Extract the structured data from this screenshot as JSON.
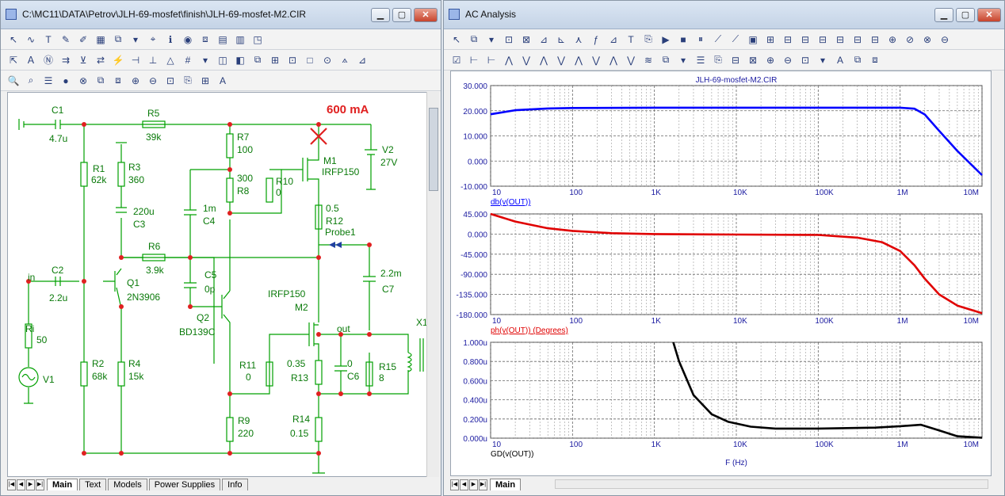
{
  "left_window": {
    "title": "C:\\MC11\\DATA\\Petrov\\JLH-69-mosfet\\finish\\JLH-69-mosfet-M2.CIR",
    "buttons": {
      "minimize": "▁",
      "maximize": "▢",
      "close": "✕"
    },
    "toolbar_rows": [
      [
        "↖",
        "∿",
        "T",
        "✎",
        "✐",
        "▦",
        "⧉",
        "▾",
        "⌖",
        "ℹ",
        "◉",
        "⧈",
        "▤",
        "▥",
        "◳"
      ],
      [
        "⇱",
        "Ａ",
        "Ⓝ",
        "⇉",
        "⊻",
        "⇄",
        "⚡",
        "⊣",
        "⊥",
        "△",
        "#",
        "▾",
        "◫",
        "◧",
        "⧉",
        "⊞",
        "⊡",
        "□",
        "⊙",
        "⟑",
        "⊿"
      ],
      [
        "🔍",
        "⌕",
        "☰",
        "●",
        "⊗",
        "⧉",
        "⧈",
        "⊕",
        "⊖",
        "⊡",
        "⎘",
        "⊞",
        "A"
      ]
    ],
    "tabs": [
      "Main",
      "Text",
      "Models",
      "Power Supplies",
      "Info"
    ]
  },
  "schematic": {
    "annotation": "600 mA",
    "labels": {
      "c1": "C1",
      "c1_val": "4.7u",
      "r5": "R5",
      "r5_val": "39k",
      "r7": "R7",
      "r7_val": "100",
      "m1": "M1",
      "m1_val": "IRFP150",
      "v2": "V2",
      "v2_val": "27V",
      "r1": "R1",
      "r1_val": "62k",
      "r3": "R3",
      "r3_val": "360",
      "r8_val": "300",
      "r8": "R8",
      "r10": "R10",
      "r10_val": "0",
      "c3_val": "220u",
      "c3": "C3",
      "c4_val": "1m",
      "c4": "C4",
      "r12_val": "0.5",
      "r12": "R12",
      "probe": "Probe1",
      "r6": "R6",
      "r6_val": "3.9k",
      "c2": "C2",
      "c2_val": "2.2u",
      "in": "in",
      "c5": "C5",
      "c5_val": "0p",
      "q1": "Q1",
      "q1_val": "2N3906",
      "c7_val": "2.2m",
      "c7": "C7",
      "m2_val": "IRFP150",
      "m2": "M2",
      "q2": "Q2",
      "q2_val": "BD139C",
      "out": "out",
      "x1": "X1",
      "ri": "Ri",
      "ri_val": "50",
      "r11": "R11",
      "r11_val": "0",
      "r13_val": "0.35",
      "r13": "R13",
      "c6_val": "0",
      "c6": "C6",
      "r15": "R15",
      "r15_val": "8",
      "v1": "V1",
      "r2": "R2",
      "r2_val": "68k",
      "r4": "R4",
      "r4_val": "15k",
      "r9": "R9",
      "r9_val": "220",
      "r14": "R14",
      "r14_val": "0.15"
    }
  },
  "right_window": {
    "title": "AC Analysis",
    "buttons": {
      "minimize": "▁",
      "maximize": "▢",
      "close": "✕"
    },
    "toolbar_rows": [
      [
        "↖",
        "⧉",
        "▾",
        "⊡",
        "⊠",
        "⊿",
        "⊾",
        "⋏",
        "ƒ",
        "⊿",
        "T",
        "⎘",
        "▶",
        "■",
        "⏸",
        "⟋",
        "⟋",
        "▣",
        "⊞",
        "⊟",
        "⊟",
        "⊟",
        "⊟",
        "⊟",
        "⊟",
        "⊕",
        "⊘",
        "⊗",
        "⊖"
      ],
      [
        "☑",
        "⊢",
        "⊢",
        "⋀",
        "⋁",
        "⋀",
        "⋁",
        "⋀",
        "⋁",
        "⋀",
        "⋁",
        "≋",
        "⧉",
        "▾",
        "☰",
        "⎘",
        "⊟",
        "⊠",
        "⊕",
        "⊖",
        "⊡",
        "▾",
        "A",
        "⧉",
        "⧈"
      ]
    ],
    "tabs": [
      "Main"
    ]
  },
  "chart_data": [
    {
      "type": "line",
      "title": "JLH-69-mosfet-M2.CIR",
      "xlabel": "",
      "ylabel": "db(v(OUT))",
      "xscale": "log",
      "xlim": [
        10,
        10000000
      ],
      "ylim": [
        -10,
        30
      ],
      "yticks": [
        "30.000",
        "20.000",
        "10.000",
        "0.000",
        "-10.000"
      ],
      "xticks": [
        "10",
        "100",
        "1K",
        "10K",
        "100K",
        "1M",
        "10M"
      ],
      "color": "#0000ff",
      "grid": true,
      "series": [
        {
          "x": [
            10,
            20,
            50,
            100,
            1000,
            10000,
            100000,
            1000000,
            1500000,
            2000000,
            3000000,
            5000000,
            10000000
          ],
          "y": [
            18.6,
            20.2,
            20.9,
            21.1,
            21.2,
            21.2,
            21.2,
            21.2,
            20.8,
            18.5,
            12.0,
            4.0,
            -5.6
          ]
        }
      ]
    },
    {
      "type": "line",
      "title": "",
      "xlabel": "",
      "ylabel": "ph(v(OUT)) (Degrees)",
      "xscale": "log",
      "xlim": [
        10,
        10000000
      ],
      "ylim": [
        -180,
        45
      ],
      "yticks": [
        "45.000",
        "0.000",
        "-45.000",
        "-90.000",
        "-135.000",
        "-180.000"
      ],
      "xticks": [
        "10",
        "100",
        "1K",
        "10K",
        "100K",
        "1M",
        "10M"
      ],
      "color": "#e00000",
      "grid": true,
      "series": [
        {
          "x": [
            10,
            20,
            50,
            100,
            300,
            1000,
            10000,
            100000,
            300000,
            600000,
            1000000,
            1500000,
            2000000,
            3000000,
            5000000,
            10000000
          ],
          "y": [
            45,
            28,
            13,
            7,
            2,
            0,
            -1,
            -2,
            -8,
            -18,
            -38,
            -70,
            -100,
            -135,
            -160,
            -177
          ]
        }
      ]
    },
    {
      "type": "line",
      "title": "",
      "xlabel": "F (Hz)",
      "ylabel": "GD(v(OUT))",
      "xscale": "log",
      "xlim": [
        10,
        10000000
      ],
      "ylim": [
        0,
        1.0
      ],
      "yticks": [
        "1.000u",
        "0.800u",
        "0.600u",
        "0.400u",
        "0.200u",
        "0.000u"
      ],
      "xticks": [
        "10",
        "100",
        "1K",
        "10K",
        "100K",
        "1M",
        "10M"
      ],
      "color": "#000000",
      "grid": true,
      "series": [
        {
          "x": [
            1700,
            2000,
            3000,
            5000,
            8000,
            15000,
            30000,
            100000,
            500000,
            1000000,
            1800000,
            3000000,
            5000000,
            10000000
          ],
          "y": [
            1.0,
            0.8,
            0.45,
            0.25,
            0.17,
            0.12,
            0.1,
            0.1,
            0.11,
            0.125,
            0.14,
            0.08,
            0.02,
            0.005
          ]
        }
      ]
    }
  ]
}
